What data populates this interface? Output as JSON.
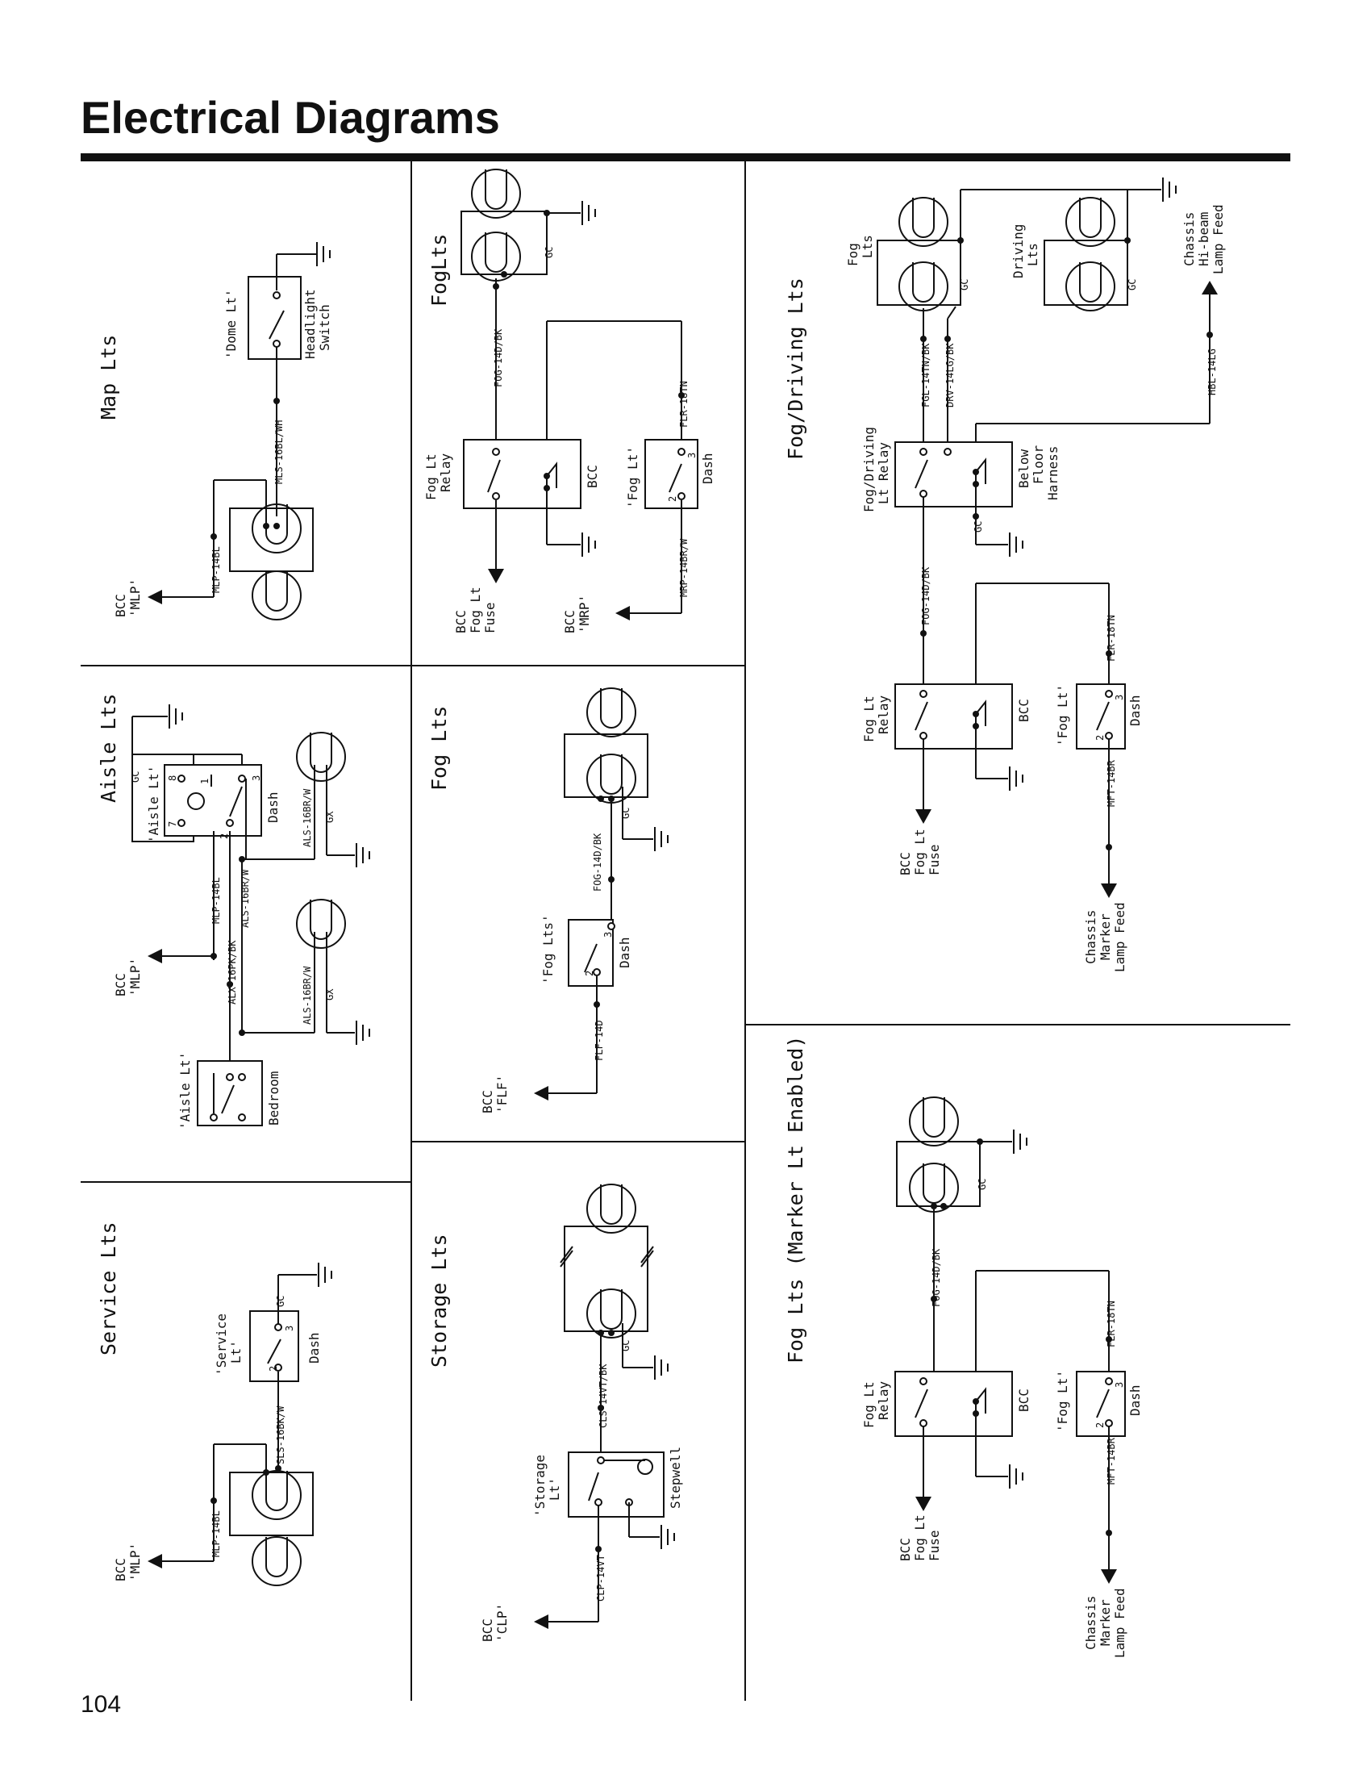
{
  "page": {
    "title": "Electrical Diagrams",
    "number": "104"
  },
  "sections": {
    "map_lts": {
      "title": "Map Lts",
      "labels": [
        "'Dome Lt'",
        "Headlight",
        "Switch",
        "BCC",
        "'MLP'"
      ],
      "wires": [
        "MLS-16BL/WH",
        "MLP-14BL"
      ]
    },
    "aisle_lts": {
      "title": "Aisle Lts",
      "labels": [
        "'Aisle Lt'",
        "Dash",
        "'Aisle Lt'",
        "Bedroom",
        "BCC",
        "'MLP'"
      ],
      "wires": [
        "GC",
        "ALS-16BR/W",
        "GX",
        "MLP-14BL",
        "ALX-16PK/BK",
        "ALS-16BR/W",
        "ALS-16BR/W",
        "GX"
      ],
      "pins": [
        "8",
        "1",
        "3",
        "7",
        "2"
      ]
    },
    "service_lts": {
      "title": "Service Lts",
      "labels": [
        "'Service",
        "Lt'",
        "Dash",
        "BCC",
        "'MLP'"
      ],
      "wires": [
        "GC",
        "SLS-16BK/W",
        "MLP-14BL"
      ],
      "pins": [
        "3",
        "2"
      ]
    },
    "foglts_top": {
      "title": "FogLts",
      "labels": [
        "Fog Lt",
        "Relay",
        "BCC",
        "'Fog Lt'",
        "Dash",
        "BCC",
        "Fog Lt",
        "Fuse",
        "BCC",
        "'MRP'"
      ],
      "wires": [
        "GC",
        "FOG-14D/BK",
        "FLR-18TN",
        "MRP-14BR/W"
      ],
      "pins": [
        "3",
        "2"
      ]
    },
    "fog_lts_mid": {
      "title": "Fog Lts",
      "labels": [
        "'Fog Lts'",
        "Dash",
        "BCC",
        "'FLF'"
      ],
      "wires": [
        "GC",
        "FOG-14D/BK",
        "FLF-14D"
      ],
      "pins": [
        "3",
        "2"
      ]
    },
    "storage_lts": {
      "title": "Storage Lts",
      "labels": [
        "'Storage",
        "Lt'",
        "Stepwell",
        "BCC",
        "'CLP'"
      ],
      "wires": [
        "GC",
        "CLS-14VT/BK",
        "CLP-14VT"
      ]
    },
    "fog_driving_lts": {
      "title": "Fog/Driving Lts",
      "labels": [
        "Fog",
        "Lts",
        "Driving",
        "Lts",
        "Chassis",
        "Hi-beam",
        "Lamp Feed",
        "Fog/Driving",
        "Lt Relay",
        "Below",
        "Floor",
        "Harness",
        "Fog Lt",
        "Relay",
        "BCC",
        "'Fog Lt'",
        "Dash",
        "BCC",
        "Fog Lt",
        "Fuse",
        "Chassis",
        "Marker",
        "Lamp Feed"
      ],
      "wires": [
        "GC",
        "GC",
        "FGL-14TN/BK",
        "DRV-14LG/BK",
        "HBL-14LG",
        "GC",
        "FOG-14D/BK",
        "FLR-18TN",
        "MFT-14BR"
      ],
      "pins": [
        "3",
        "2"
      ]
    },
    "fog_lts_marker": {
      "title": "Fog Lts (Marker Lt Enabled)",
      "labels": [
        "Fog Lt",
        "Relay",
        "BCC",
        "'Fog Lt'",
        "Dash",
        "BCC",
        "Fog Lt",
        "Fuse",
        "Chassis",
        "Marker",
        "Lamp Feed"
      ],
      "wires": [
        "GC",
        "FOG-14D/BK",
        "FLR-18TN",
        "MFT-14BR"
      ],
      "pins": [
        "3",
        "2"
      ]
    }
  }
}
